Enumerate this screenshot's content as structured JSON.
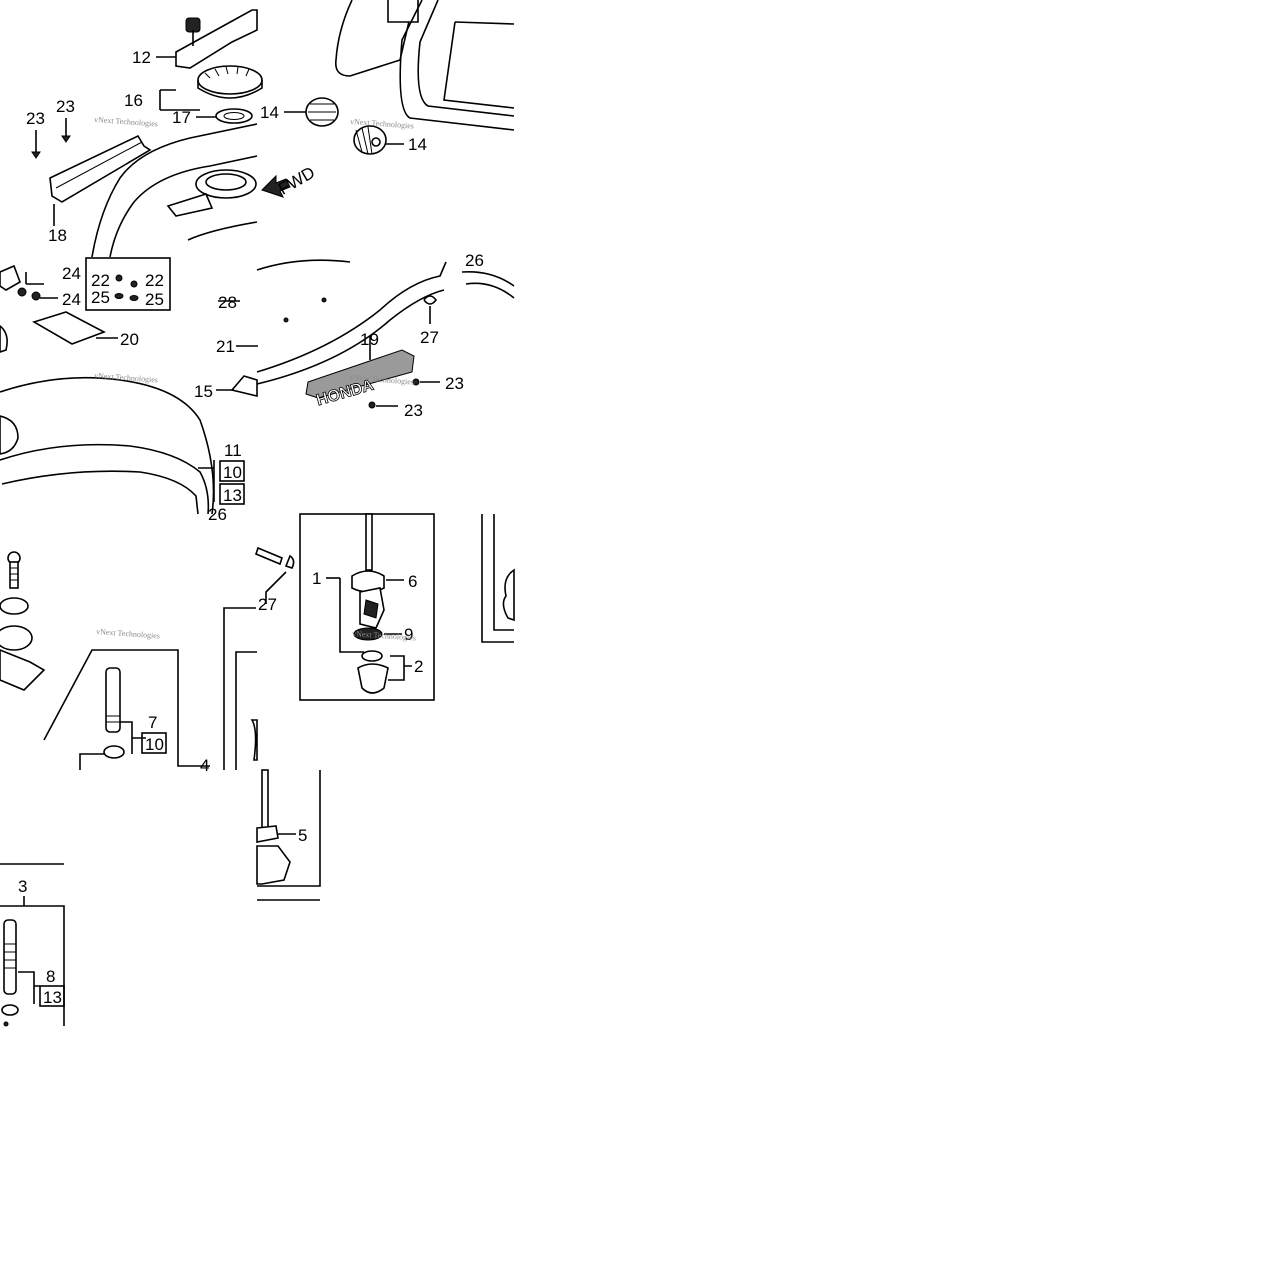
{
  "diagram": {
    "callouts": {
      "c12": "12",
      "c16": "16",
      "c17": "17",
      "c23a": "23",
      "c23b": "23",
      "c18": "18",
      "c14a": "14",
      "c14b": "14",
      "fwd": "FWD",
      "c24a": "24",
      "c24b": "24",
      "c22a": "22",
      "c22b": "22",
      "c25a": "25",
      "c25b": "25",
      "c20": "20",
      "c28": "28",
      "c21": "21",
      "c15": "15",
      "c11": "11",
      "c10a": "10",
      "c13a": "13",
      "c26a": "26",
      "c26b": "26",
      "c27a": "27",
      "c19": "19",
      "c23c": "23",
      "c23d": "23",
      "honda": "HONDA",
      "c1": "1",
      "c6": "6",
      "c9": "9",
      "c2": "2",
      "c27b": "27",
      "c7": "7",
      "c10b": "10",
      "c4": "4",
      "c5": "5",
      "c3": "3",
      "c8": "8",
      "c13b": "13"
    },
    "watermark": "vNext Technologies"
  }
}
